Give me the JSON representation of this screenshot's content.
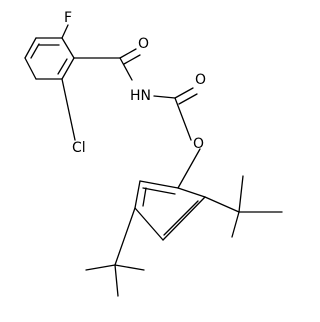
{
  "atoms": {
    "fluorine": "F",
    "chlorine": "Cl",
    "amide_oxygen": "O",
    "carbamate_carbonyl_oxygen": "O",
    "nh": "HN",
    "ester_oxygen": "O"
  }
}
